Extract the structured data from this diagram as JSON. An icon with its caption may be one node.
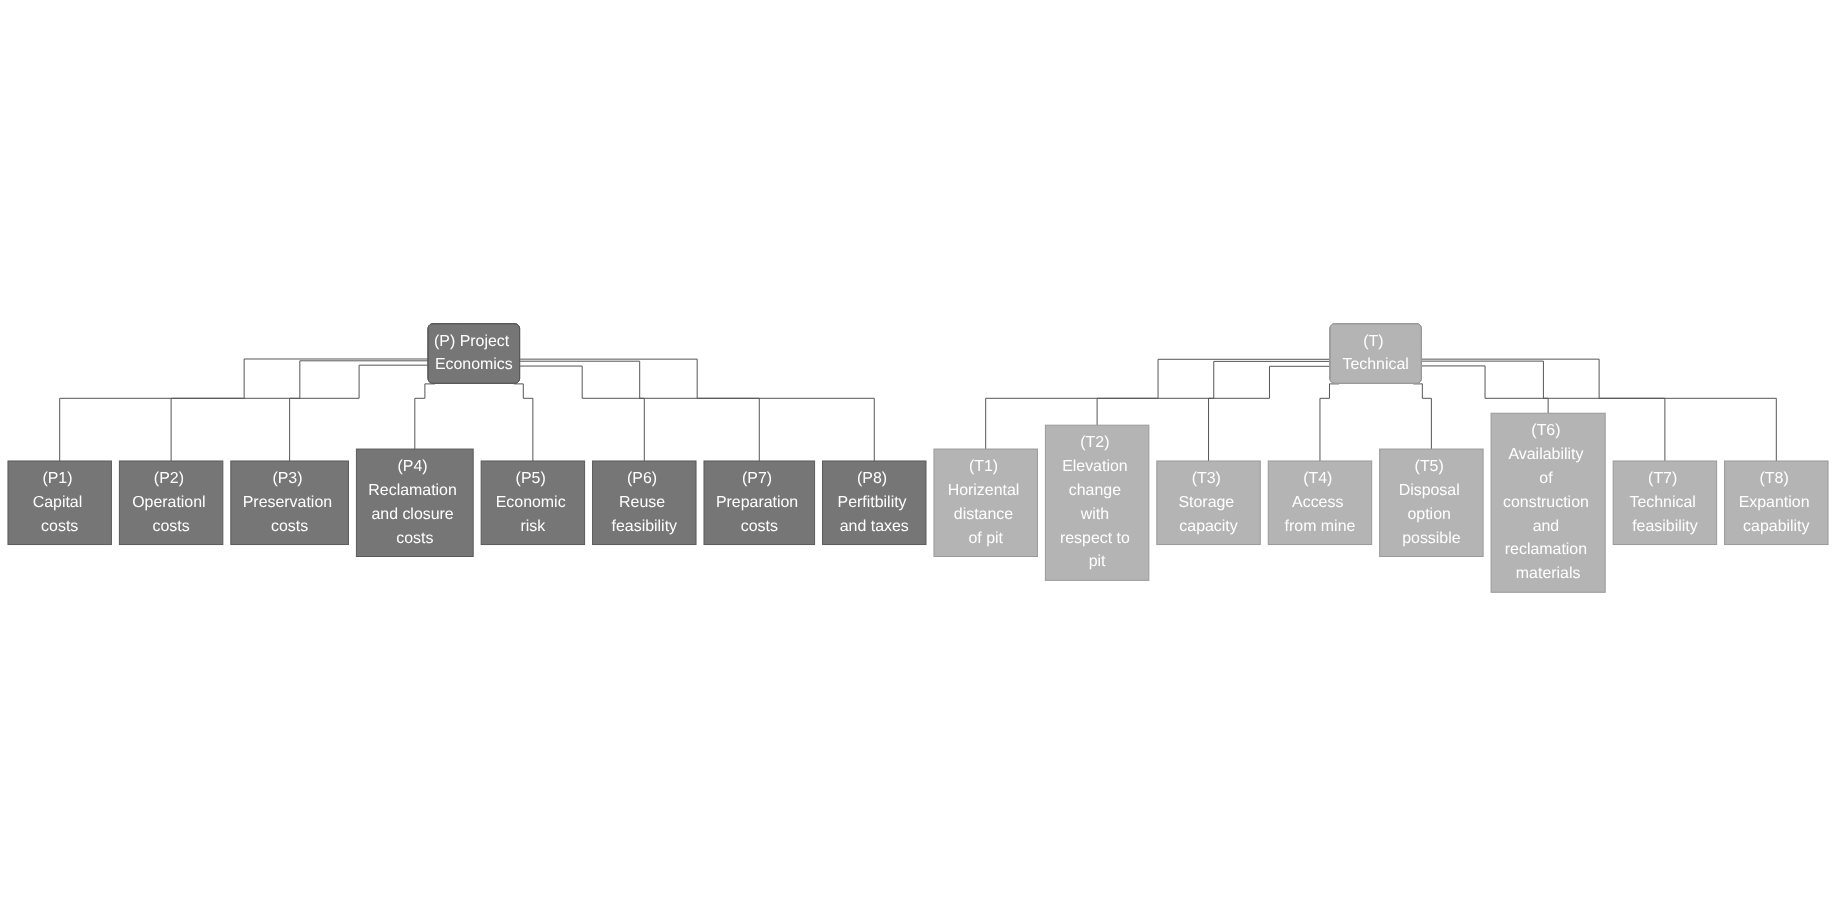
{
  "diagram": {
    "nodes": [
      {
        "text": [
          "(P) Project Economics"
        ]
      },
      {
        "text": [
          "(P1) Capital costs"
        ]
      },
      {
        "text": [
          "(P2) Operationl costs"
        ]
      },
      {
        "text": [
          "(P3) Preservation costs"
        ]
      },
      {
        "text": [
          "(P4) Reclamation and closure costs"
        ]
      },
      {
        "text": [
          "(P5) Economic risk"
        ]
      },
      {
        "text": [
          "(P6) Reuse feasibility"
        ]
      },
      {
        "text": [
          "(P7) Preparation costs"
        ]
      },
      {
        "text": [
          "(P8) Perfitbility and taxes"
        ]
      },
      {
        "text": [
          "(T) Technical"
        ]
      },
      {
        "text": [
          "(T1) Horizental distance of pit"
        ]
      },
      {
        "text": [
          "(T2) Elevation change with respect to pit"
        ]
      },
      {
        "text": [
          "(T3) Storage capacity"
        ]
      },
      {
        "text": [
          "(T4) Access from mine"
        ]
      },
      {
        "text": [
          "(T5) Disposal option possible"
        ]
      },
      {
        "text": [
          "(T6) Availability of construction and reclamation materials"
        ]
      },
      {
        "text": [
          "(T7) Technical feasibility"
        ]
      },
      {
        "text": [
          "(T8) Expantion capability"
        ]
      }
    ],
    "edges": [
      {
        "from": 0,
        "to": 1,
        "arrow": "none"
      },
      {
        "from": 0,
        "to": 2,
        "arrow": "none"
      },
      {
        "from": 0,
        "to": 3,
        "arrow": "none"
      },
      {
        "from": 0,
        "to": 4,
        "arrow": "none"
      },
      {
        "from": 0,
        "to": 5,
        "arrow": "none"
      },
      {
        "from": 0,
        "to": 6,
        "arrow": "none"
      },
      {
        "from": 0,
        "to": 7,
        "arrow": "none"
      },
      {
        "from": 0,
        "to": 8,
        "arrow": "none"
      },
      {
        "from": 9,
        "to": 10,
        "arrow": "none"
      },
      {
        "from": 9,
        "to": 11,
        "arrow": "none"
      },
      {
        "from": 9,
        "to": 12,
        "arrow": "none"
      },
      {
        "from": 9,
        "to": 13,
        "arrow": "none"
      },
      {
        "from": 9,
        "to": 14,
        "arrow": "none"
      },
      {
        "from": 9,
        "to": 15,
        "arrow": "none"
      },
      {
        "from": 9,
        "to": 16,
        "arrow": "none"
      },
      {
        "from": 9,
        "to": 17,
        "arrow": "none"
      }
    ]
  }
}
